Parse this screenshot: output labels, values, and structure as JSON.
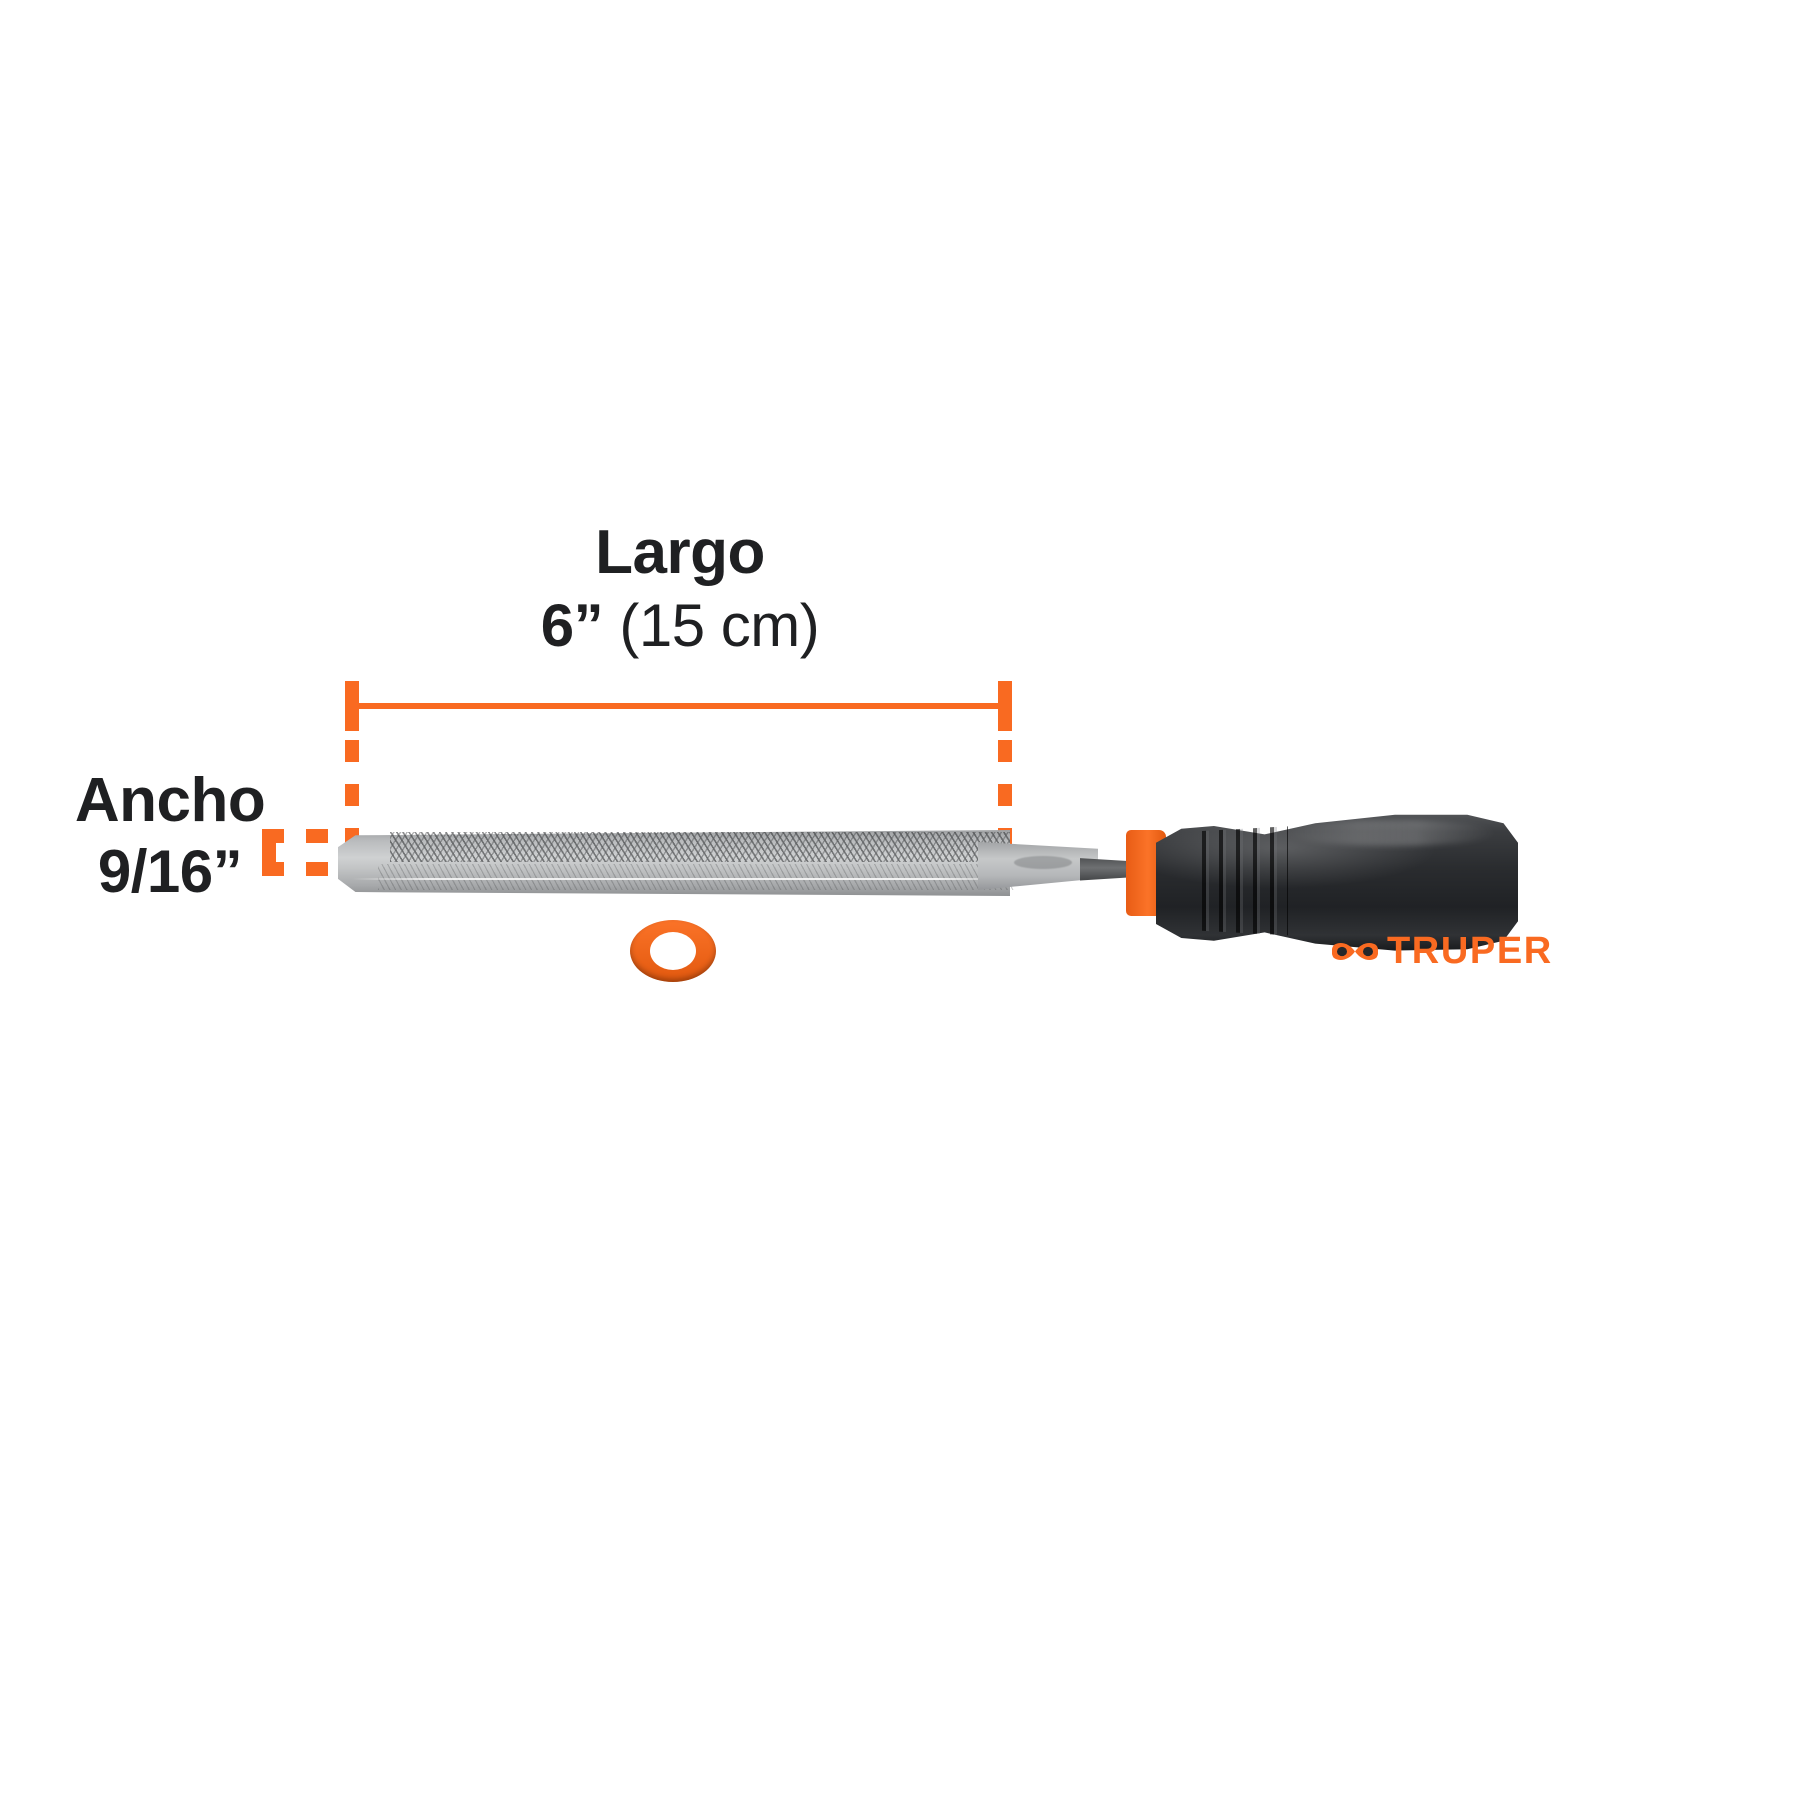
{
  "colors": {
    "accent_orange": "#f96a21",
    "text_dark": "#1f2022",
    "handle_black": "#25272a",
    "blade_steel": "#c2c4c5",
    "background": "#ffffff"
  },
  "dimensions": {
    "length": {
      "label": "Largo",
      "value_imperial": "6”",
      "value_metric": "(15 cm)",
      "icon": "horizontal-dimension-line"
    },
    "width": {
      "label": "Ancho",
      "value_imperial": "9/16”",
      "icon": "width-dimension-marker"
    }
  },
  "product": {
    "type": "file",
    "brand": "TRUPER",
    "brand_mark": "truper-bowtie-logo",
    "parts": {
      "blade": "file-blade",
      "blade_texture": "diamond-cut-teeth",
      "tang": "file-tang",
      "ferrule": "orange-ferrule",
      "handle": "ergonomic-grip-handle",
      "grip_ridges": "finger-grip-ridges",
      "hang_hole": "hang-hole-ring"
    }
  }
}
